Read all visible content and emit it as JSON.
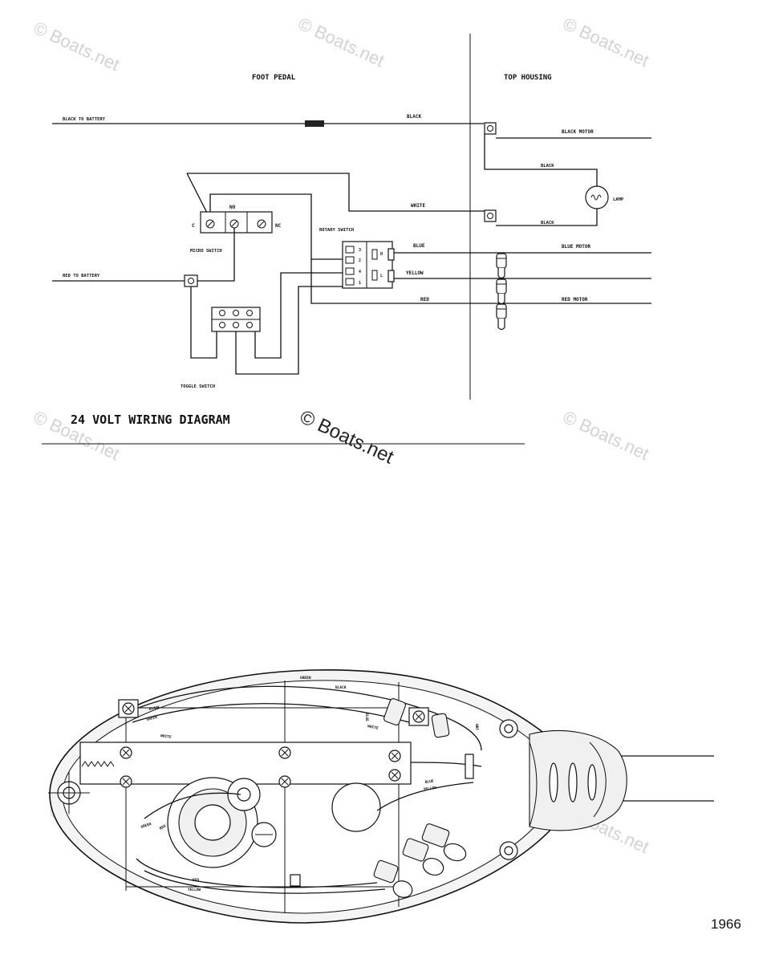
{
  "watermark": "© Boats.net",
  "schematic": {
    "section_foot_pedal": "FOOT PEDAL",
    "section_top_housing": "TOP HOUSING",
    "black_to_battery": "BLACK TO BATTERY",
    "black": "BLACK",
    "black_motor": "BLACK MOTOR",
    "black_lamp_upper": "BLACK",
    "lamp": "LAMP",
    "black_lamp_lower": "BLACK",
    "white": "WHITE",
    "micro_c": "C",
    "micro_no": "NO",
    "micro_nc": "NC",
    "micro_switch": "MICRO SWITCH",
    "rotary_switch": "ROTARY SWITCH",
    "rot_3": "3",
    "rot_2": "2",
    "rot_4": "4",
    "rot_1": "1",
    "rot_h": "H",
    "rot_l": "L",
    "blue": "BLUE",
    "blue_motor": "BLUE MOTOR",
    "yellow": "YELLOW",
    "red": "RED",
    "red_motor": "RED MOTOR",
    "red_to_battery": "RED TO BATTERY",
    "toggle_switch": "TOGGLE SWITCH",
    "title": "24 VOLT WIRING DIAGRAM"
  },
  "housing": {
    "wire_green": "GREEN",
    "wire_black": "BLACK",
    "wire_white": "WHITE",
    "wire_blue": "BLUE",
    "wire_red": "RED",
    "wire_yellow": "YELLOW",
    "wire_wht": "WHT"
  },
  "page_number": "1966",
  "colors": {
    "line": "#111111",
    "watermark": "#d2d2d2",
    "background": "#ffffff"
  }
}
